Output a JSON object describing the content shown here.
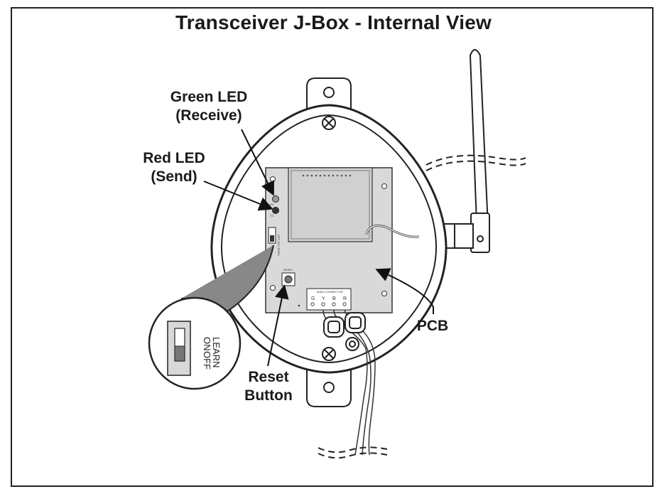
{
  "title": "Transceiver J-Box - Internal View",
  "labels": {
    "green_led": [
      "Green LED",
      "(Receive)"
    ],
    "red_led": [
      "Red LED",
      "(Send)"
    ],
    "pcb": "PCB",
    "reset_button": [
      "Reset",
      "Button"
    ]
  },
  "switch_inset": {
    "on": "ON",
    "off": "OFF",
    "learn": "LEARN"
  },
  "pcb_markings": {
    "reset": "RESET",
    "connector": "MAIN CONNECTOR",
    "pins": [
      "G",
      "Y",
      "B",
      "R"
    ],
    "led1": "RX",
    "led2": "TX",
    "switch_side": "OFF ON LEARN"
  }
}
